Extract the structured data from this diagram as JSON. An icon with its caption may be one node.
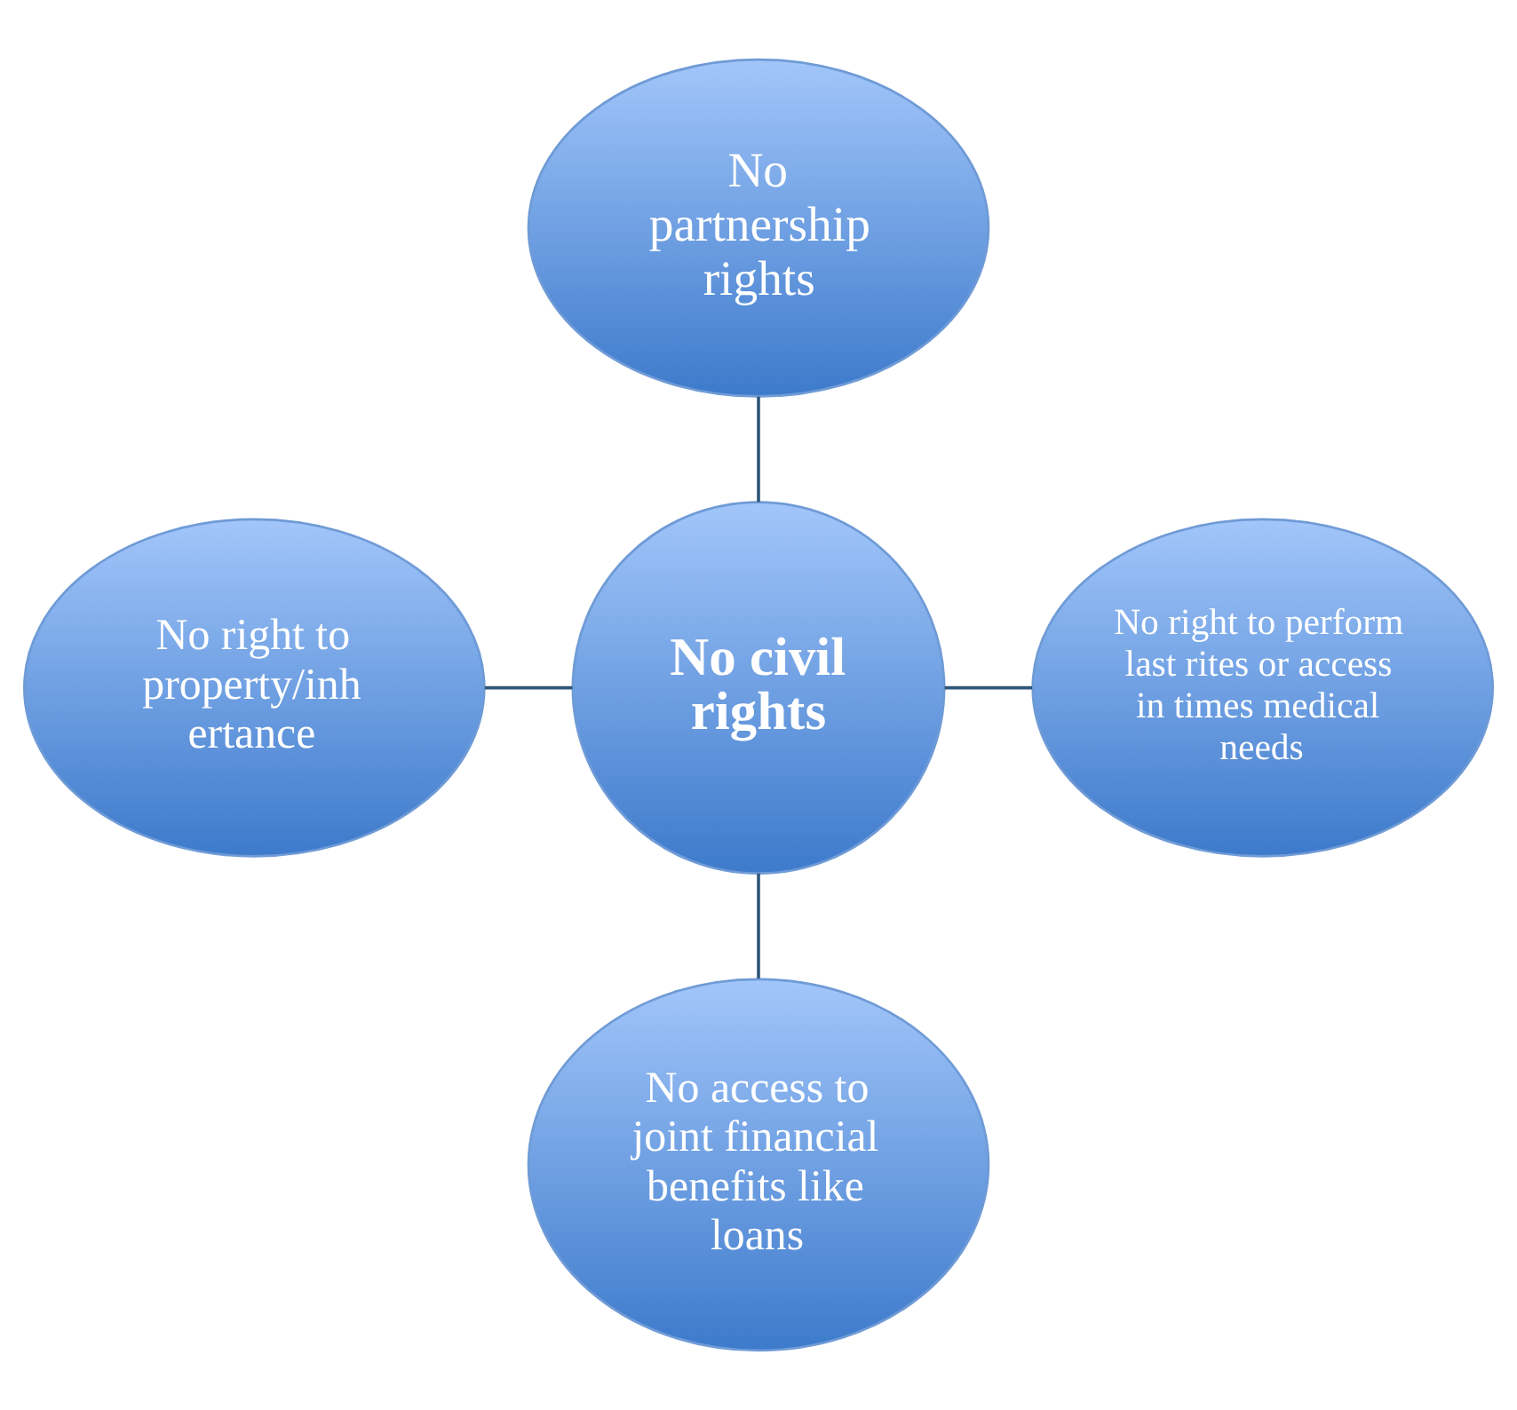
{
  "diagram": {
    "nodes": [
      {
        "text": [
          "No partnership rights"
        ]
      },
      {
        "text": [
          "No right to property/inh ertance"
        ]
      },
      {
        "text": [
          "No civil rights"
        ]
      },
      {
        "text": [
          "No right to perform last rites or access in times medical needs"
        ]
      },
      {
        "text": [
          "No access to joint financial benefits like loans"
        ]
      }
    ],
    "edges": [
      {
        "from": 0,
        "to": 2,
        "arrow": "none"
      },
      {
        "from": 1,
        "to": 2,
        "arrow": "none"
      },
      {
        "from": 2,
        "to": 3,
        "arrow": "none"
      },
      {
        "from": 2,
        "to": 4,
        "arrow": "none"
      }
    ]
  }
}
